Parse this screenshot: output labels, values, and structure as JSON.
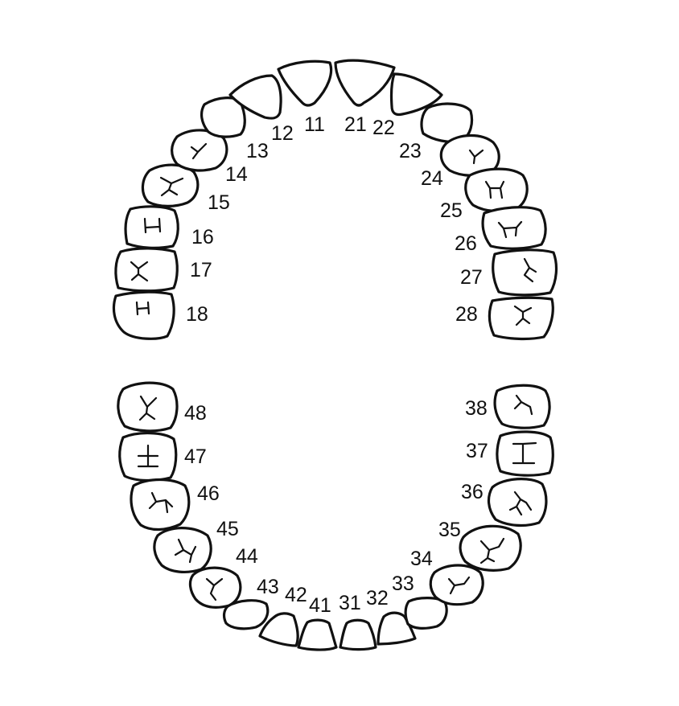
{
  "upper_arch": {
    "teeth": [
      {
        "number": "18",
        "type": "molar"
      },
      {
        "number": "17",
        "type": "molar"
      },
      {
        "number": "16",
        "type": "molar"
      },
      {
        "number": "15",
        "type": "premolar"
      },
      {
        "number": "14",
        "type": "premolar"
      },
      {
        "number": "13",
        "type": "canine"
      },
      {
        "number": "12",
        "type": "lateral-incisor"
      },
      {
        "number": "11",
        "type": "central-incisor"
      },
      {
        "number": "21",
        "type": "central-incisor"
      },
      {
        "number": "22",
        "type": "lateral-incisor"
      },
      {
        "number": "23",
        "type": "canine"
      },
      {
        "number": "24",
        "type": "premolar"
      },
      {
        "number": "25",
        "type": "premolar"
      },
      {
        "number": "26",
        "type": "molar"
      },
      {
        "number": "27",
        "type": "molar"
      },
      {
        "number": "28",
        "type": "molar"
      }
    ]
  },
  "lower_arch": {
    "teeth": [
      {
        "number": "48",
        "type": "molar"
      },
      {
        "number": "47",
        "type": "molar"
      },
      {
        "number": "46",
        "type": "molar"
      },
      {
        "number": "45",
        "type": "premolar"
      },
      {
        "number": "44",
        "type": "premolar"
      },
      {
        "number": "43",
        "type": "canine"
      },
      {
        "number": "42",
        "type": "lateral-incisor"
      },
      {
        "number": "41",
        "type": "central-incisor"
      },
      {
        "number": "31",
        "type": "central-incisor"
      },
      {
        "number": "32",
        "type": "lateral-incisor"
      },
      {
        "number": "33",
        "type": "canine"
      },
      {
        "number": "34",
        "type": "premolar"
      },
      {
        "number": "35",
        "type": "premolar"
      },
      {
        "number": "36",
        "type": "molar"
      },
      {
        "number": "37",
        "type": "molar"
      },
      {
        "number": "38",
        "type": "molar"
      }
    ]
  }
}
